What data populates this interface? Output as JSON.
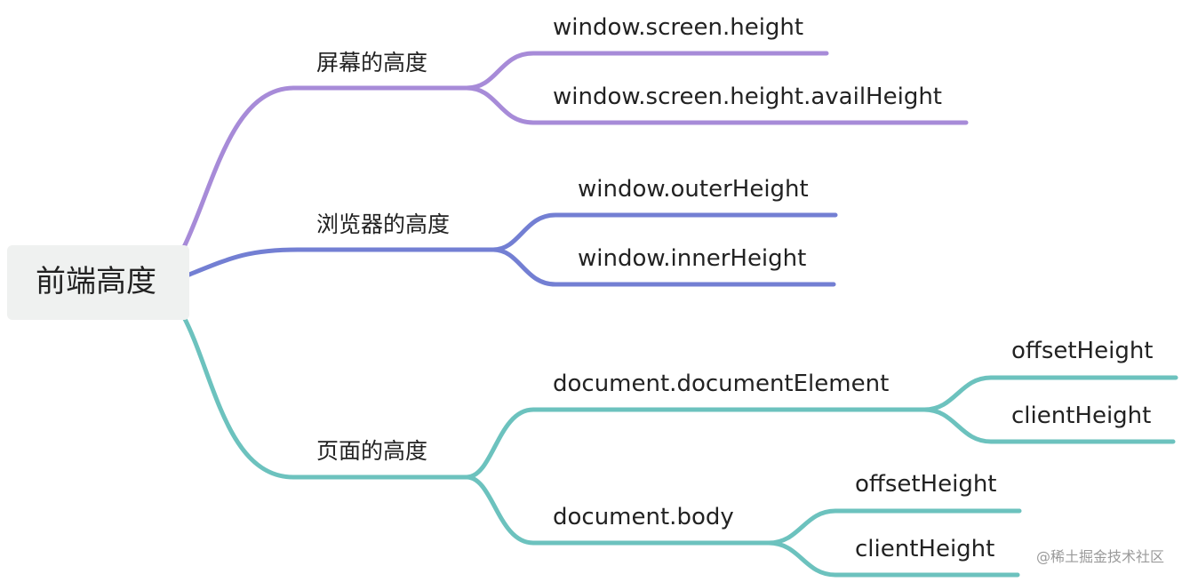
{
  "root": {
    "label": "前端高度"
  },
  "colors": {
    "purple": "#a78bd8",
    "blue": "#737fd3",
    "teal": "#6cc2be",
    "root_bg": "#eff1f0"
  },
  "branches": {
    "screen": {
      "label": "屏幕的高度",
      "children": [
        "window.screen.height",
        "window.screen.height.availHeight"
      ]
    },
    "browser": {
      "label": "浏览器的高度",
      "children": [
        "window.outerHeight",
        "window.innerHeight"
      ]
    },
    "page": {
      "label": "页面的高度",
      "document_element": {
        "label": "document.documentElement",
        "children": [
          "offsetHeight",
          "clientHeight"
        ]
      },
      "body": {
        "label": "document.body",
        "children": [
          "offsetHeight",
          "clientHeight"
        ]
      }
    }
  },
  "watermark": "@稀土掘金技术社区"
}
